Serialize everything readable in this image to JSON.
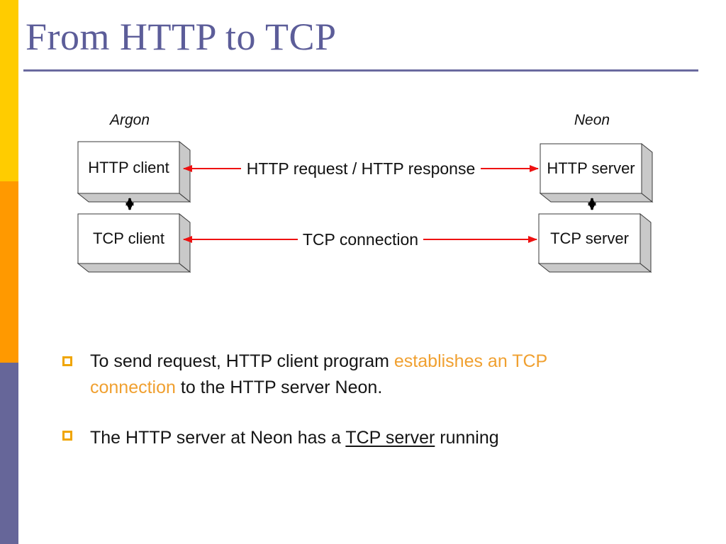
{
  "slide": {
    "title": "From HTTP to TCP",
    "colors": {
      "accent_yellow": "#FFCC00",
      "accent_orange": "#FF9900",
      "accent_purple": "#666699",
      "title_text": "#5C5D99",
      "connection_red": "#EE1111",
      "highlight_orange": "#F0A030",
      "bullet_square": "#F0A500",
      "box_side_gray": "#C9C9C9"
    }
  },
  "diagram": {
    "left_host": {
      "name": "Argon",
      "boxes": [
        "HTTP client",
        "TCP client"
      ]
    },
    "right_host": {
      "name": "Neon",
      "boxes": [
        "HTTP server",
        "TCP server"
      ]
    },
    "connections": [
      {
        "label": "HTTP request / HTTP response"
      },
      {
        "label": "TCP connection"
      }
    ]
  },
  "bullets": [
    {
      "pre": "To send request, HTTP client program ",
      "highlight": "establishes an TCP connection",
      "post": " to the HTTP server Neon."
    },
    {
      "pre": "The HTTP server at Neon has a ",
      "underline": "TCP server",
      "post": " running"
    }
  ]
}
